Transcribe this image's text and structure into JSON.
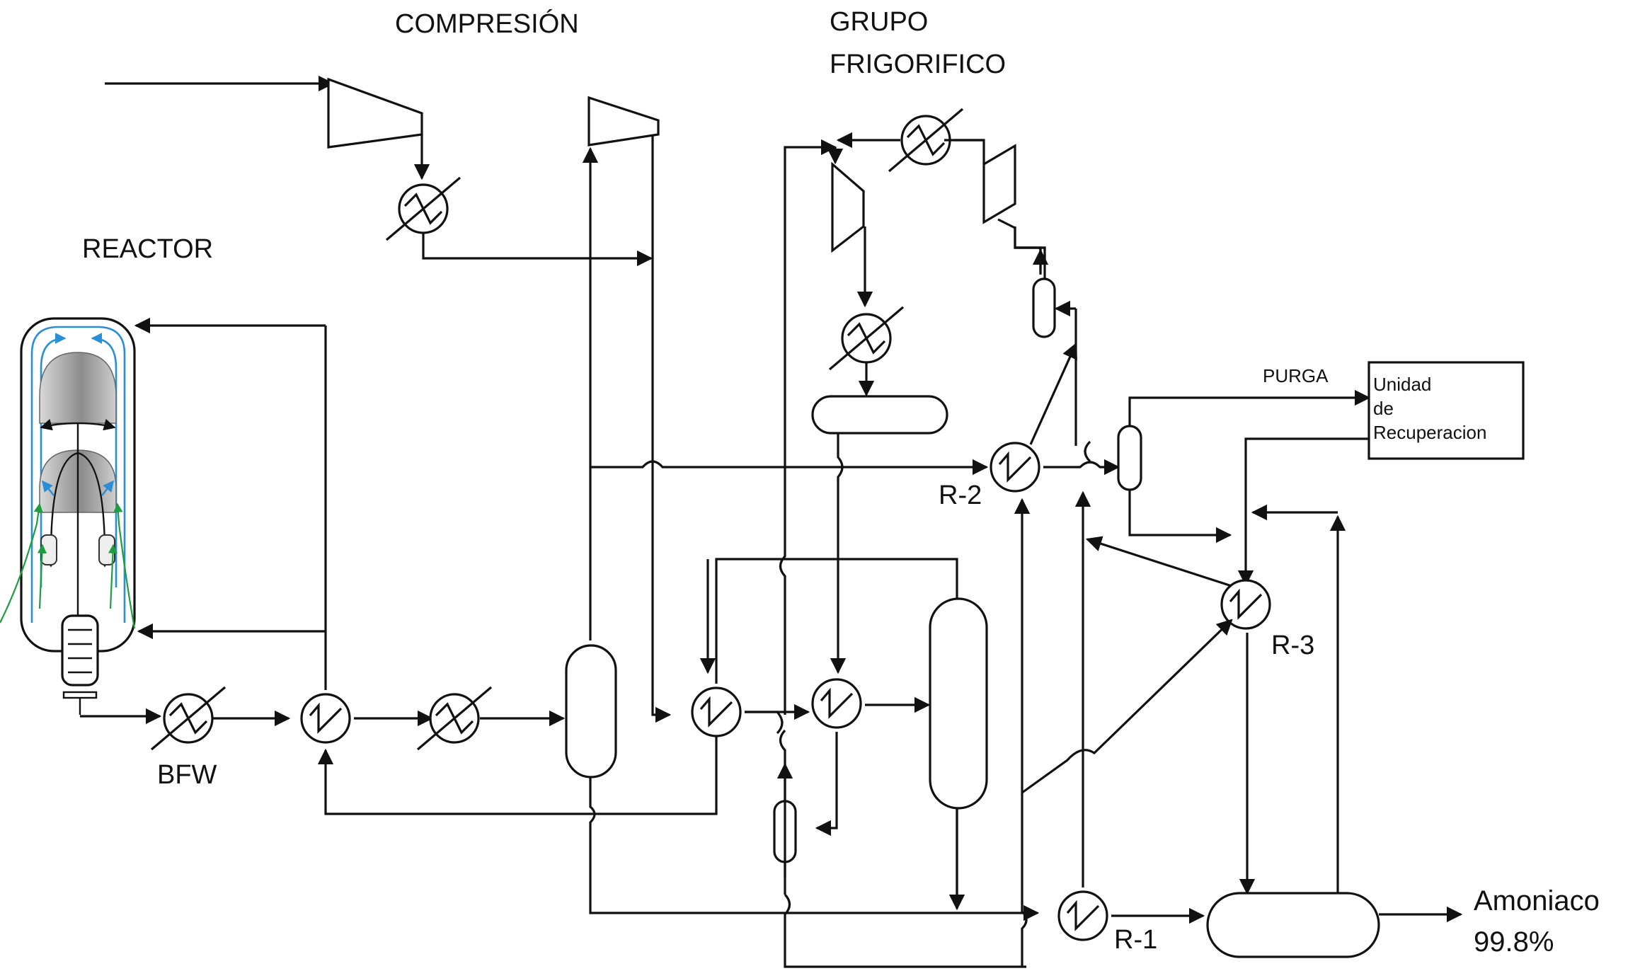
{
  "labels": {
    "compresion": "COMPRESIÓN",
    "grupo_line1": "GRUPO",
    "grupo_line2": "FRIGORIFICO",
    "reactor": "REACTOR",
    "bfw": "BFW",
    "purga": "PURGA",
    "recovery_line1": "Unidad",
    "recovery_line2": "de",
    "recovery_line3": "Recuperacion",
    "r1": "R-1",
    "r2": "R-2",
    "r3": "R-3",
    "product_line1": "Amoniaco",
    "product_line2": "99.8%"
  },
  "colors": {
    "line": "#111111",
    "reactor_flow": "#2a8fd6",
    "reactor_feed": "#1e9e3e",
    "catalyst_bed": "#9a9a9a"
  }
}
